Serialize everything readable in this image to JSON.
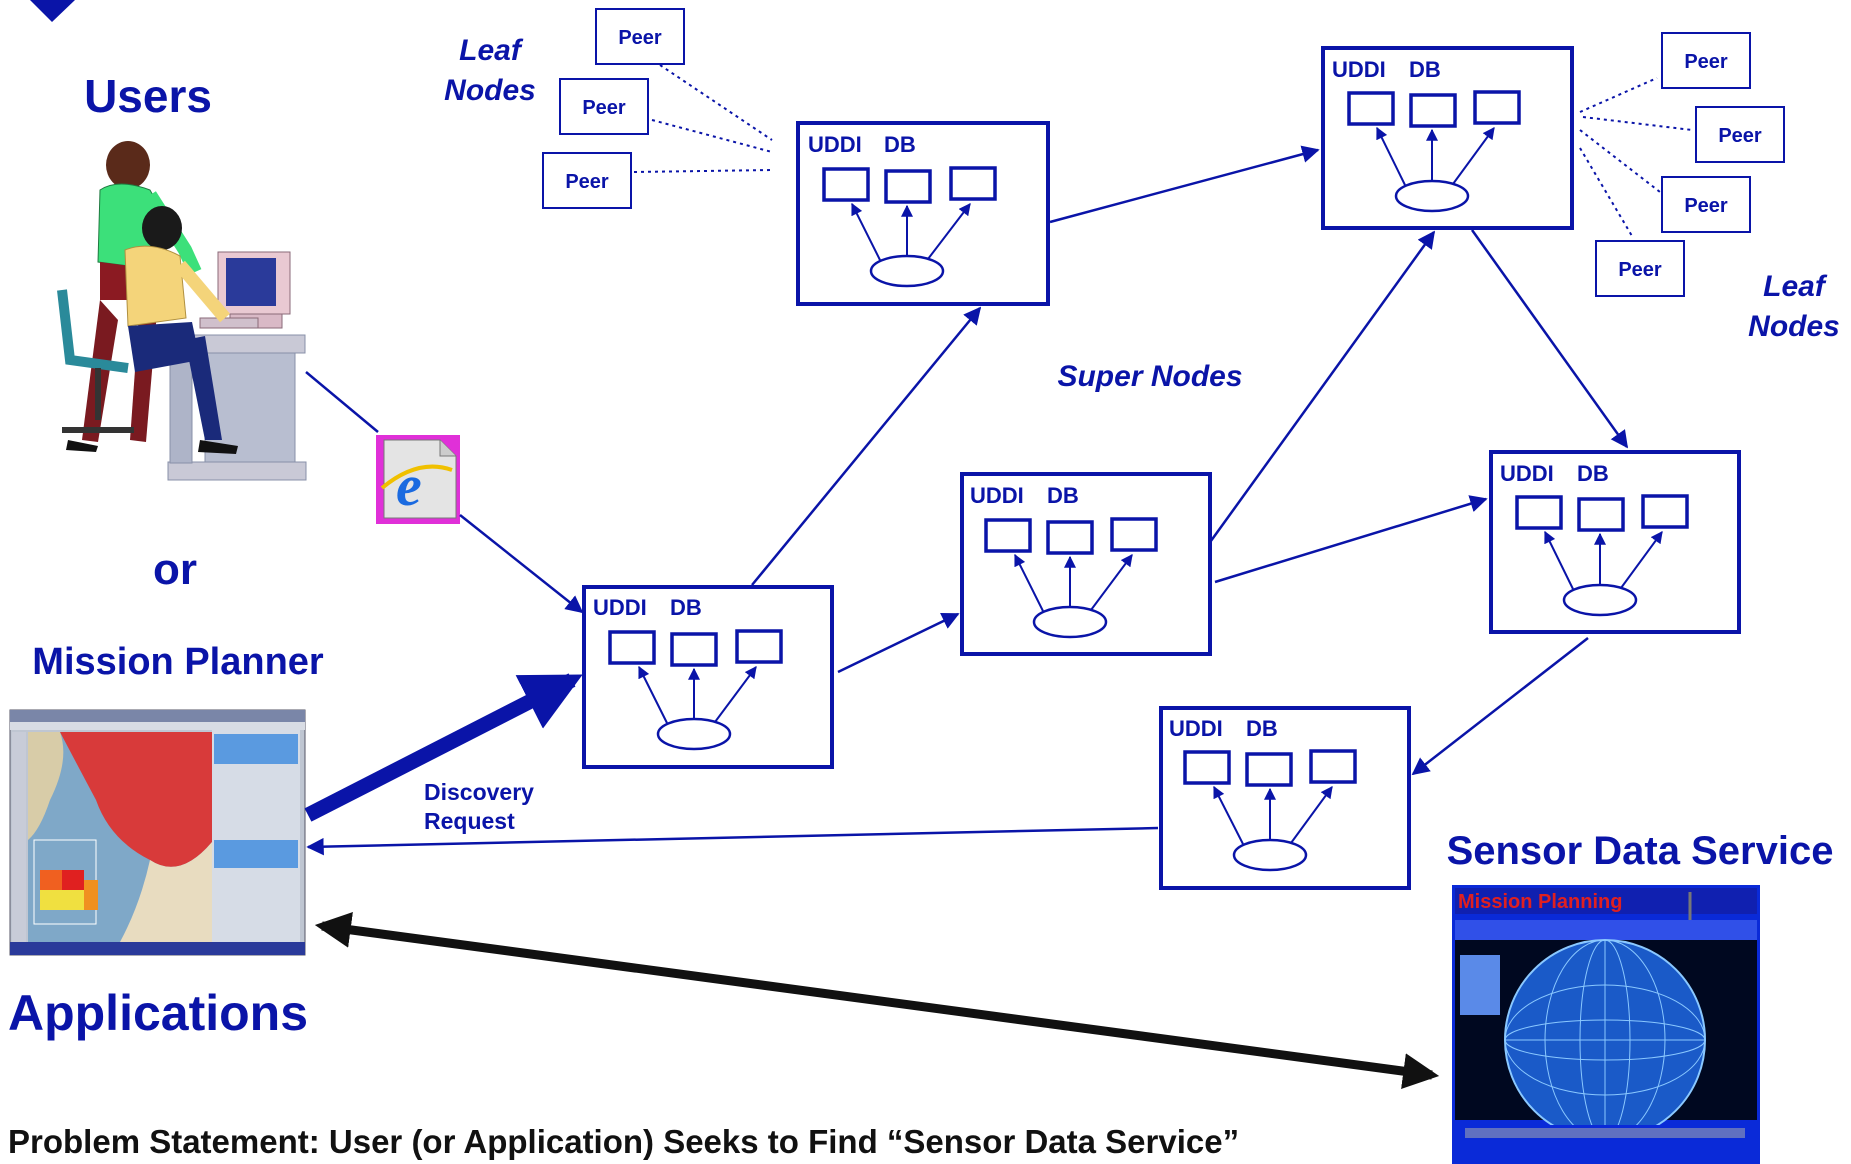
{
  "colors": {
    "primary": "#0A14A8",
    "black": "#111111",
    "terrain_red": "#D83A3A",
    "grid_yellow": "#F0E040",
    "screen_blue": "#0A2AD8"
  },
  "labels": {
    "users": "Users",
    "or": "or",
    "mission_planner": "Mission Planner",
    "applications": "Applications",
    "leaf_nodes_line1": "Leaf",
    "leaf_nodes_line2": "Nodes",
    "super_nodes": "Super Nodes",
    "discovery_line1": "Discovery",
    "discovery_line2": "Request",
    "sensor_data_service": "Sensor Data Service",
    "mission_planning_screen": "Mission Planning",
    "problem_statement": "Problem Statement:  User (or Application) Seeks to Find “Sensor Data Service”"
  },
  "node": {
    "uddi": "UDDI",
    "db": "DB"
  },
  "peer": "Peer",
  "icons": {
    "users": "users-at-computer-icon",
    "browser": "internet-explorer-icon",
    "mission_planner": "mission-planner-map-icon",
    "sensor": "globe-screen-icon"
  }
}
